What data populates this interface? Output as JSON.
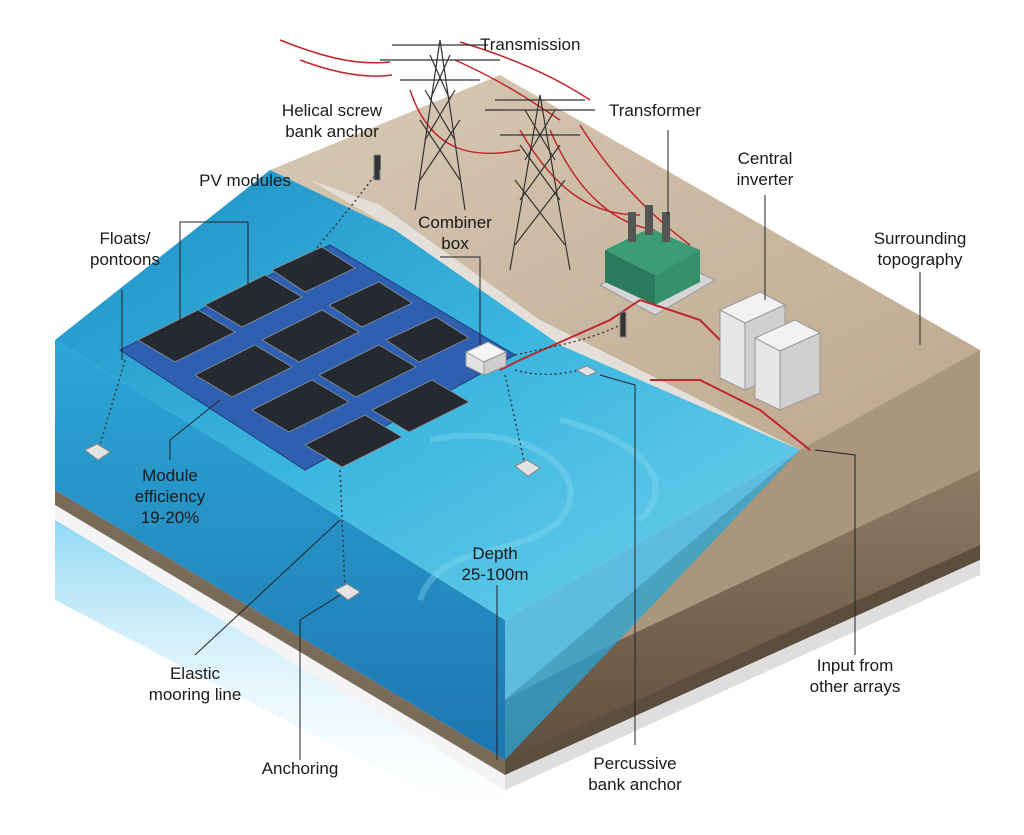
{
  "labels": {
    "transmission": "Transmission",
    "helical_anchor": "Helical screw\nbank anchor",
    "transformer": "Transformer",
    "central_inverter": "Central\ninverter",
    "pv_modules": "PV modules",
    "floats": "Floats/\npontoons",
    "combiner_box": "Combiner\nbox",
    "surrounding_topography": "Surrounding\ntopography",
    "module_efficiency": "Module\nefficiency\n19-20%",
    "depth": "Depth\n25-100m",
    "elastic_mooring": "Elastic\nmooring line",
    "input_arrays": "Input from\nother arrays",
    "anchoring": "Anchoring",
    "percussive_anchor": "Percussive\nbank anchor"
  },
  "colors": {
    "water": "#2aa9d6",
    "water_dark": "#0f7fb6",
    "land_top": "#c9b79f",
    "land_side": "#8b7a64",
    "panel": "#2b2f36",
    "pontoon": "#2f5fb0",
    "cable": "#c0272d",
    "transformer": "#2f8f6a"
  }
}
